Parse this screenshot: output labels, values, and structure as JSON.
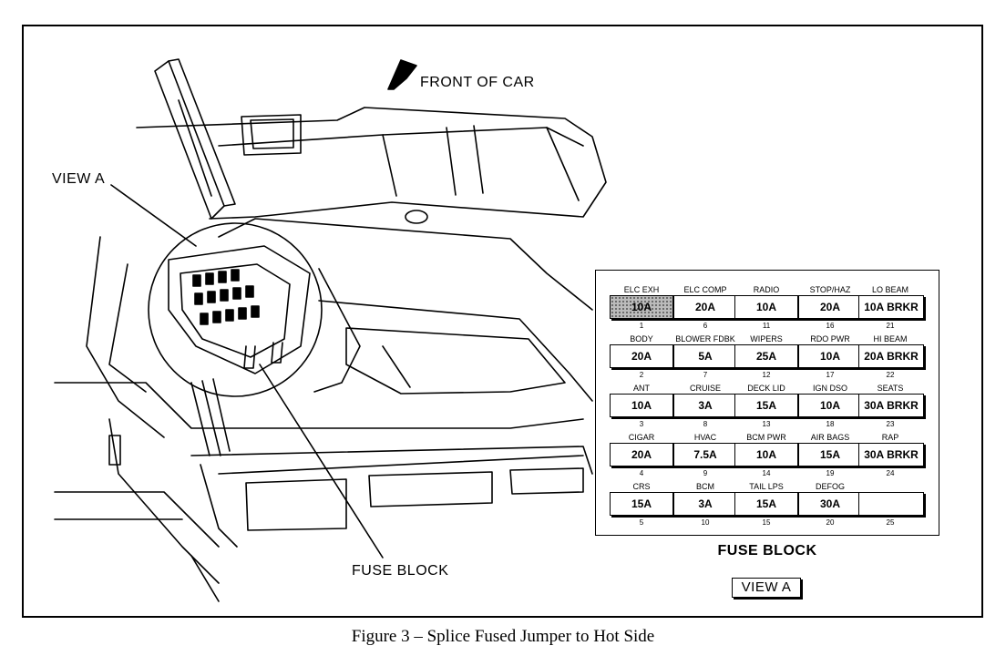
{
  "labels": {
    "front_of_car": "FRONT OF CAR",
    "view_a": "VIEW A",
    "fuse_block": "FUSE BLOCK"
  },
  "fuse_panel": {
    "title": "FUSE BLOCK",
    "view_label": "VIEW A",
    "fuses": [
      {
        "name": "ELC EXH",
        "rating": "10A",
        "number": "1",
        "shaded": true
      },
      {
        "name": "BODY",
        "rating": "20A",
        "number": "2"
      },
      {
        "name": "ANT",
        "rating": "10A",
        "number": "3"
      },
      {
        "name": "CIGAR",
        "rating": "20A",
        "number": "4"
      },
      {
        "name": "CRS",
        "rating": "15A",
        "number": "5"
      },
      {
        "name": "ELC COMP",
        "rating": "20A",
        "number": "6"
      },
      {
        "name": "BLOWER FDBK",
        "rating": "5A",
        "number": "7"
      },
      {
        "name": "CRUISE",
        "rating": "3A",
        "number": "8"
      },
      {
        "name": "HVAC",
        "rating": "7.5A",
        "number": "9"
      },
      {
        "name": "BCM",
        "rating": "3A",
        "number": "10"
      },
      {
        "name": "RADIO",
        "rating": "10A",
        "number": "11"
      },
      {
        "name": "WIPERS",
        "rating": "25A",
        "number": "12"
      },
      {
        "name": "DECK LID",
        "rating": "15A",
        "number": "13"
      },
      {
        "name": "BCM PWR",
        "rating": "10A",
        "number": "14"
      },
      {
        "name": "TAIL LPS",
        "rating": "15A",
        "number": "15"
      },
      {
        "name": "STOP/HAZ",
        "rating": "20A",
        "number": "16"
      },
      {
        "name": "RDO PWR",
        "rating": "10A",
        "number": "17"
      },
      {
        "name": "IGN DSO",
        "rating": "10A",
        "number": "18"
      },
      {
        "name": "AIR BAGS",
        "rating": "15A",
        "number": "19"
      },
      {
        "name": "DEFOG",
        "rating": "30A",
        "number": "20"
      },
      {
        "name": "LO BEAM",
        "rating": "10A BRKR",
        "number": "21"
      },
      {
        "name": "HI BEAM",
        "rating": "20A BRKR",
        "number": "22"
      },
      {
        "name": "SEATS",
        "rating": "30A BRKR",
        "number": "23"
      },
      {
        "name": "RAP",
        "rating": "30A BRKR",
        "number": "24"
      },
      {
        "name": "",
        "rating": "",
        "number": "25"
      }
    ]
  },
  "caption": "Figure 3 – Splice Fused Jumper to Hot Side"
}
